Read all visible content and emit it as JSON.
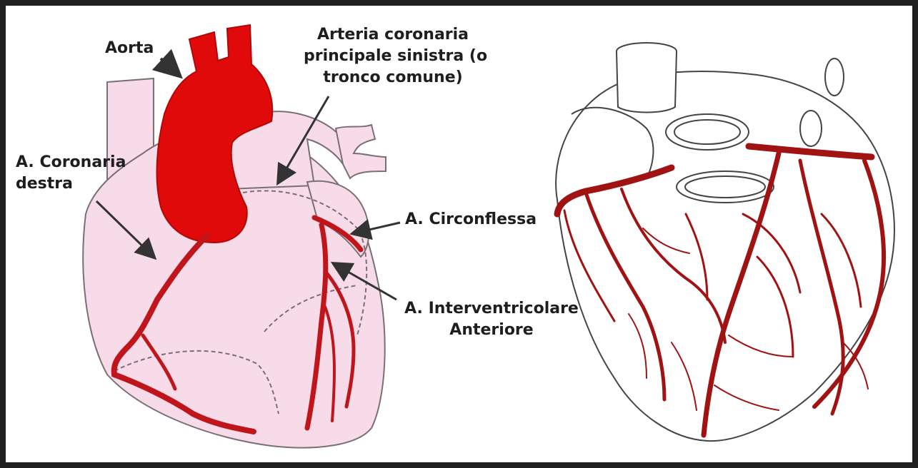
{
  "labels": {
    "aorta": "Aorta",
    "left_main": [
      "Arteria coronaria",
      "principale sinistra (o",
      "tronco comune)"
    ],
    "right_coronary": [
      "A. Coronaria",
      "destra"
    ],
    "circumflex": "A. Circonflessa",
    "lad": [
      "A. Interventricolare",
      "Anteriore"
    ]
  },
  "colors": {
    "heart_fill": "#f7dbe8",
    "heart_outline": "#7a6f75",
    "aorta": "#e10a0a",
    "artery": "#c0161b",
    "vessel_dark_red": "#a11212",
    "pointer": "#333333",
    "frame": "#1f1f1f"
  },
  "icons": {
    "pointer": "arrow-pointer-icon"
  }
}
